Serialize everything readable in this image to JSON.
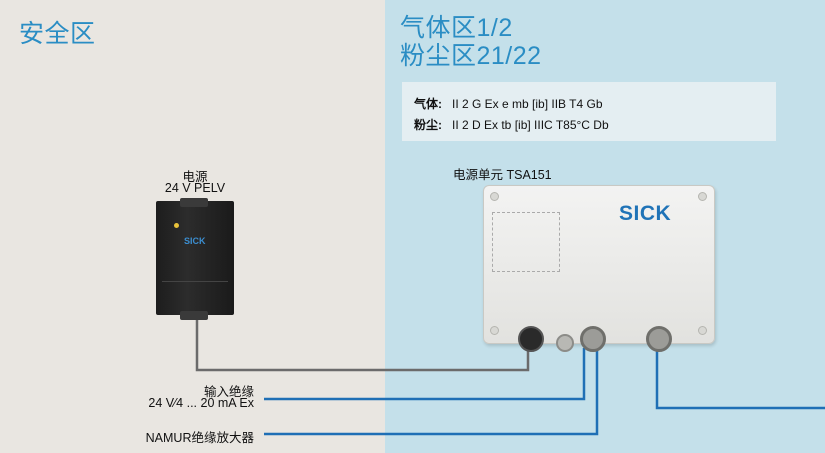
{
  "safe_zone": {
    "title": "安全区"
  },
  "hazard_zone": {
    "title_line1": "气体区1/2",
    "title_line2": "粉尘区21/22"
  },
  "classification": {
    "gas_label": "气体:",
    "gas_code": "II 2 G Ex e mb [ib] IIB T4 Gb",
    "dust_label": "粉尘:",
    "dust_code": "II 2 D Ex tb [ib] IIIC T85°C Db"
  },
  "power_supply": {
    "label_line1": "电源",
    "label_line2": "24 V PELV",
    "brand": "SICK"
  },
  "power_unit": {
    "label": "电源单元 TSA151",
    "brand": "SICK"
  },
  "isolated_input": {
    "label_line1": "输入绝缘",
    "label_line2": "24 V⁄4 ... 20 mA Ex"
  },
  "namur_amplifier": {
    "label": "NAMUR绝缘放大器"
  },
  "colors": {
    "safe_bg": "#e9e6e1",
    "hazard_bg": "#c4e0ea",
    "accent": "#2a8dc4",
    "signal_wire": "#1f6fb5",
    "power_wire": "#6b6b6b"
  }
}
